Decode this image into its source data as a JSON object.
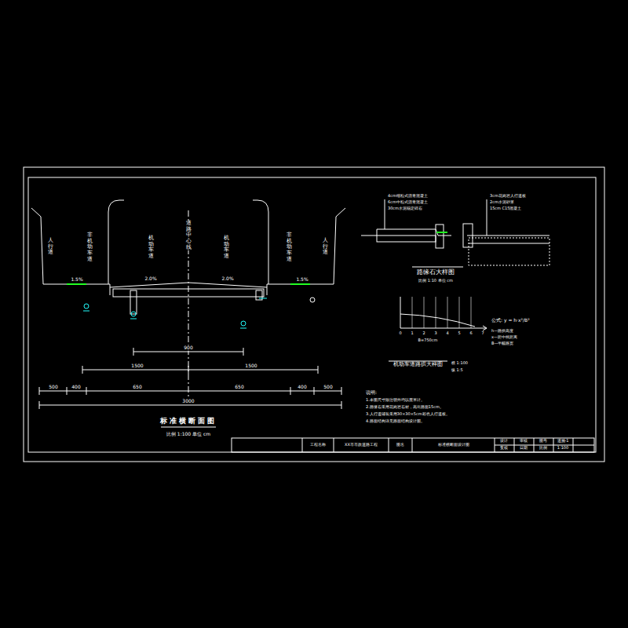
{
  "diagram": {
    "title": "标准横断面图",
    "labels": [
      "人行道",
      "非机动车道",
      "机动车道",
      "道路中心线",
      "机动车道",
      "非机动车道",
      "人行道",
      "1.5%",
      "2.0%",
      "2.0%",
      "1.5%",
      "900",
      "1500",
      "1500",
      "500",
      "400",
      "650",
      "650",
      "400",
      "500",
      "3000",
      "比例 1:100  单位 cm",
      "路缘石大样图",
      "比例 1:10  单位 cm",
      "4cm细粒式沥青混凝土",
      "6cm中粒式沥青混凝土",
      "30cm水泥稳定碎石",
      "3cm花岗岩人行道板",
      "2cm水泥砂浆",
      "15cm C15混凝土",
      "机动车道路拱大样图",
      "横 1:100",
      "纵 1:5",
      "公式: y = h·x²/B²",
      "h—路拱高度",
      "x—距中线距离",
      "B—半幅路宽",
      "说明:",
      "1.本图尺寸除注明外均以厘米计。",
      "2.路缘石采用花岗岩石材，高出路面15cm。",
      "3.人行道铺装采用30×30×5cm彩色人行道板。",
      "4.路面结构详见路面结构设计图。",
      "工程名称",
      "XX市市政道路工程",
      "图名",
      "标准横断面设计图",
      "设计",
      "复核",
      "审核",
      "日期",
      "图号",
      "道施-1",
      "比例",
      "1:100",
      "0",
      "1",
      "2",
      "3",
      "4",
      "5",
      "6",
      "7",
      "B=750cm"
    ]
  }
}
